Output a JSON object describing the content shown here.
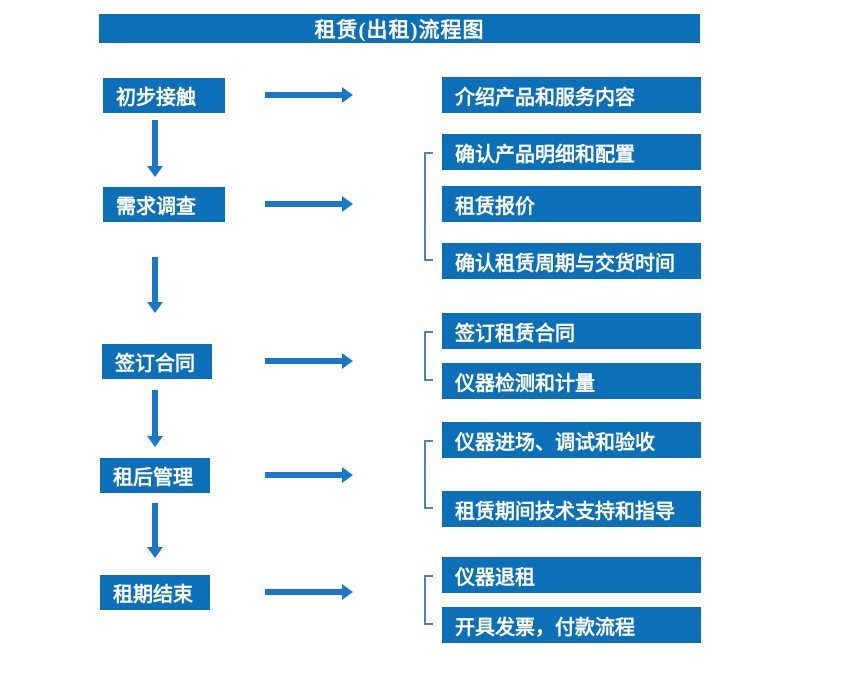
{
  "title": "租赁(出租)流程图",
  "colors": {
    "box": "#0c70b8",
    "arrow": "#1a78cb",
    "bracket": "#4f81bd",
    "text": "#ffffff",
    "background": "#ffffff"
  },
  "steps": [
    {
      "label": "初步接触",
      "details": [
        "介绍产品和服务内容"
      ]
    },
    {
      "label": "需求调查",
      "details": [
        "确认产品明细和配置",
        "租赁报价",
        "确认租赁周期与交货时间"
      ]
    },
    {
      "label": "签订合同",
      "details": [
        "签订租赁合同",
        "仪器检测和计量"
      ]
    },
    {
      "label": "租后管理",
      "details": [
        "仪器进场、调试和验收",
        "租赁期间技术支持和指导"
      ]
    },
    {
      "label": "租期结束",
      "details": [
        "仪器退租",
        "开具发票，付款流程"
      ]
    }
  ]
}
